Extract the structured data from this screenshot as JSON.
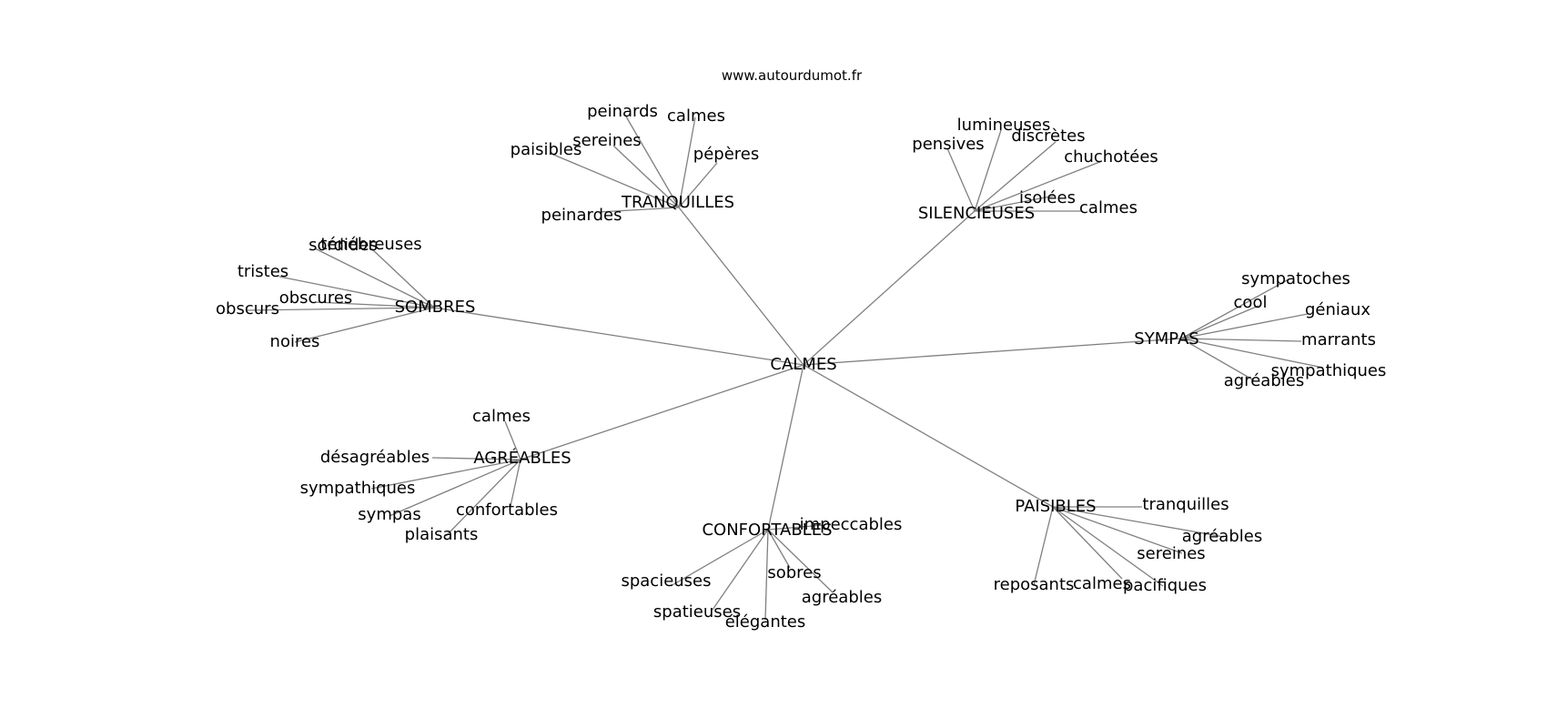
{
  "source": "www.autourdumot.fr",
  "root": "CALMES",
  "hubs": [
    {
      "label": "TRANQUILLES",
      "children": [
        "peinards",
        "calmes",
        "sereines",
        "paisibles",
        "pépères",
        "peinardes"
      ]
    },
    {
      "label": "SILENCIEUSES",
      "children": [
        "lumineuses",
        "pensives",
        "discrètes",
        "chuchotées",
        "isolées",
        "calmes"
      ]
    },
    {
      "label": "SOMBRES",
      "children": [
        "sordides",
        "ténébreuses",
        "tristes",
        "obscures",
        "obscurs",
        "noires"
      ]
    },
    {
      "label": "SYMPAS",
      "children": [
        "sympatoches",
        "cool",
        "géniaux",
        "marrants",
        "sympathiques",
        "agréables"
      ]
    },
    {
      "label": "AGRÉABLES",
      "children": [
        "calmes",
        "désagréables",
        "sympathiques",
        "sympas",
        "confortables",
        "plaisants"
      ]
    },
    {
      "label": "CONFORTABLES",
      "children": [
        "impeccables",
        "spacieuses",
        "sobres",
        "agréables",
        "spatieuses",
        "élégantes"
      ]
    },
    {
      "label": "PAISIBLES",
      "children": [
        "tranquilles",
        "agréables",
        "sereines",
        "reposants",
        "calmes",
        "pacifiques"
      ]
    }
  ]
}
